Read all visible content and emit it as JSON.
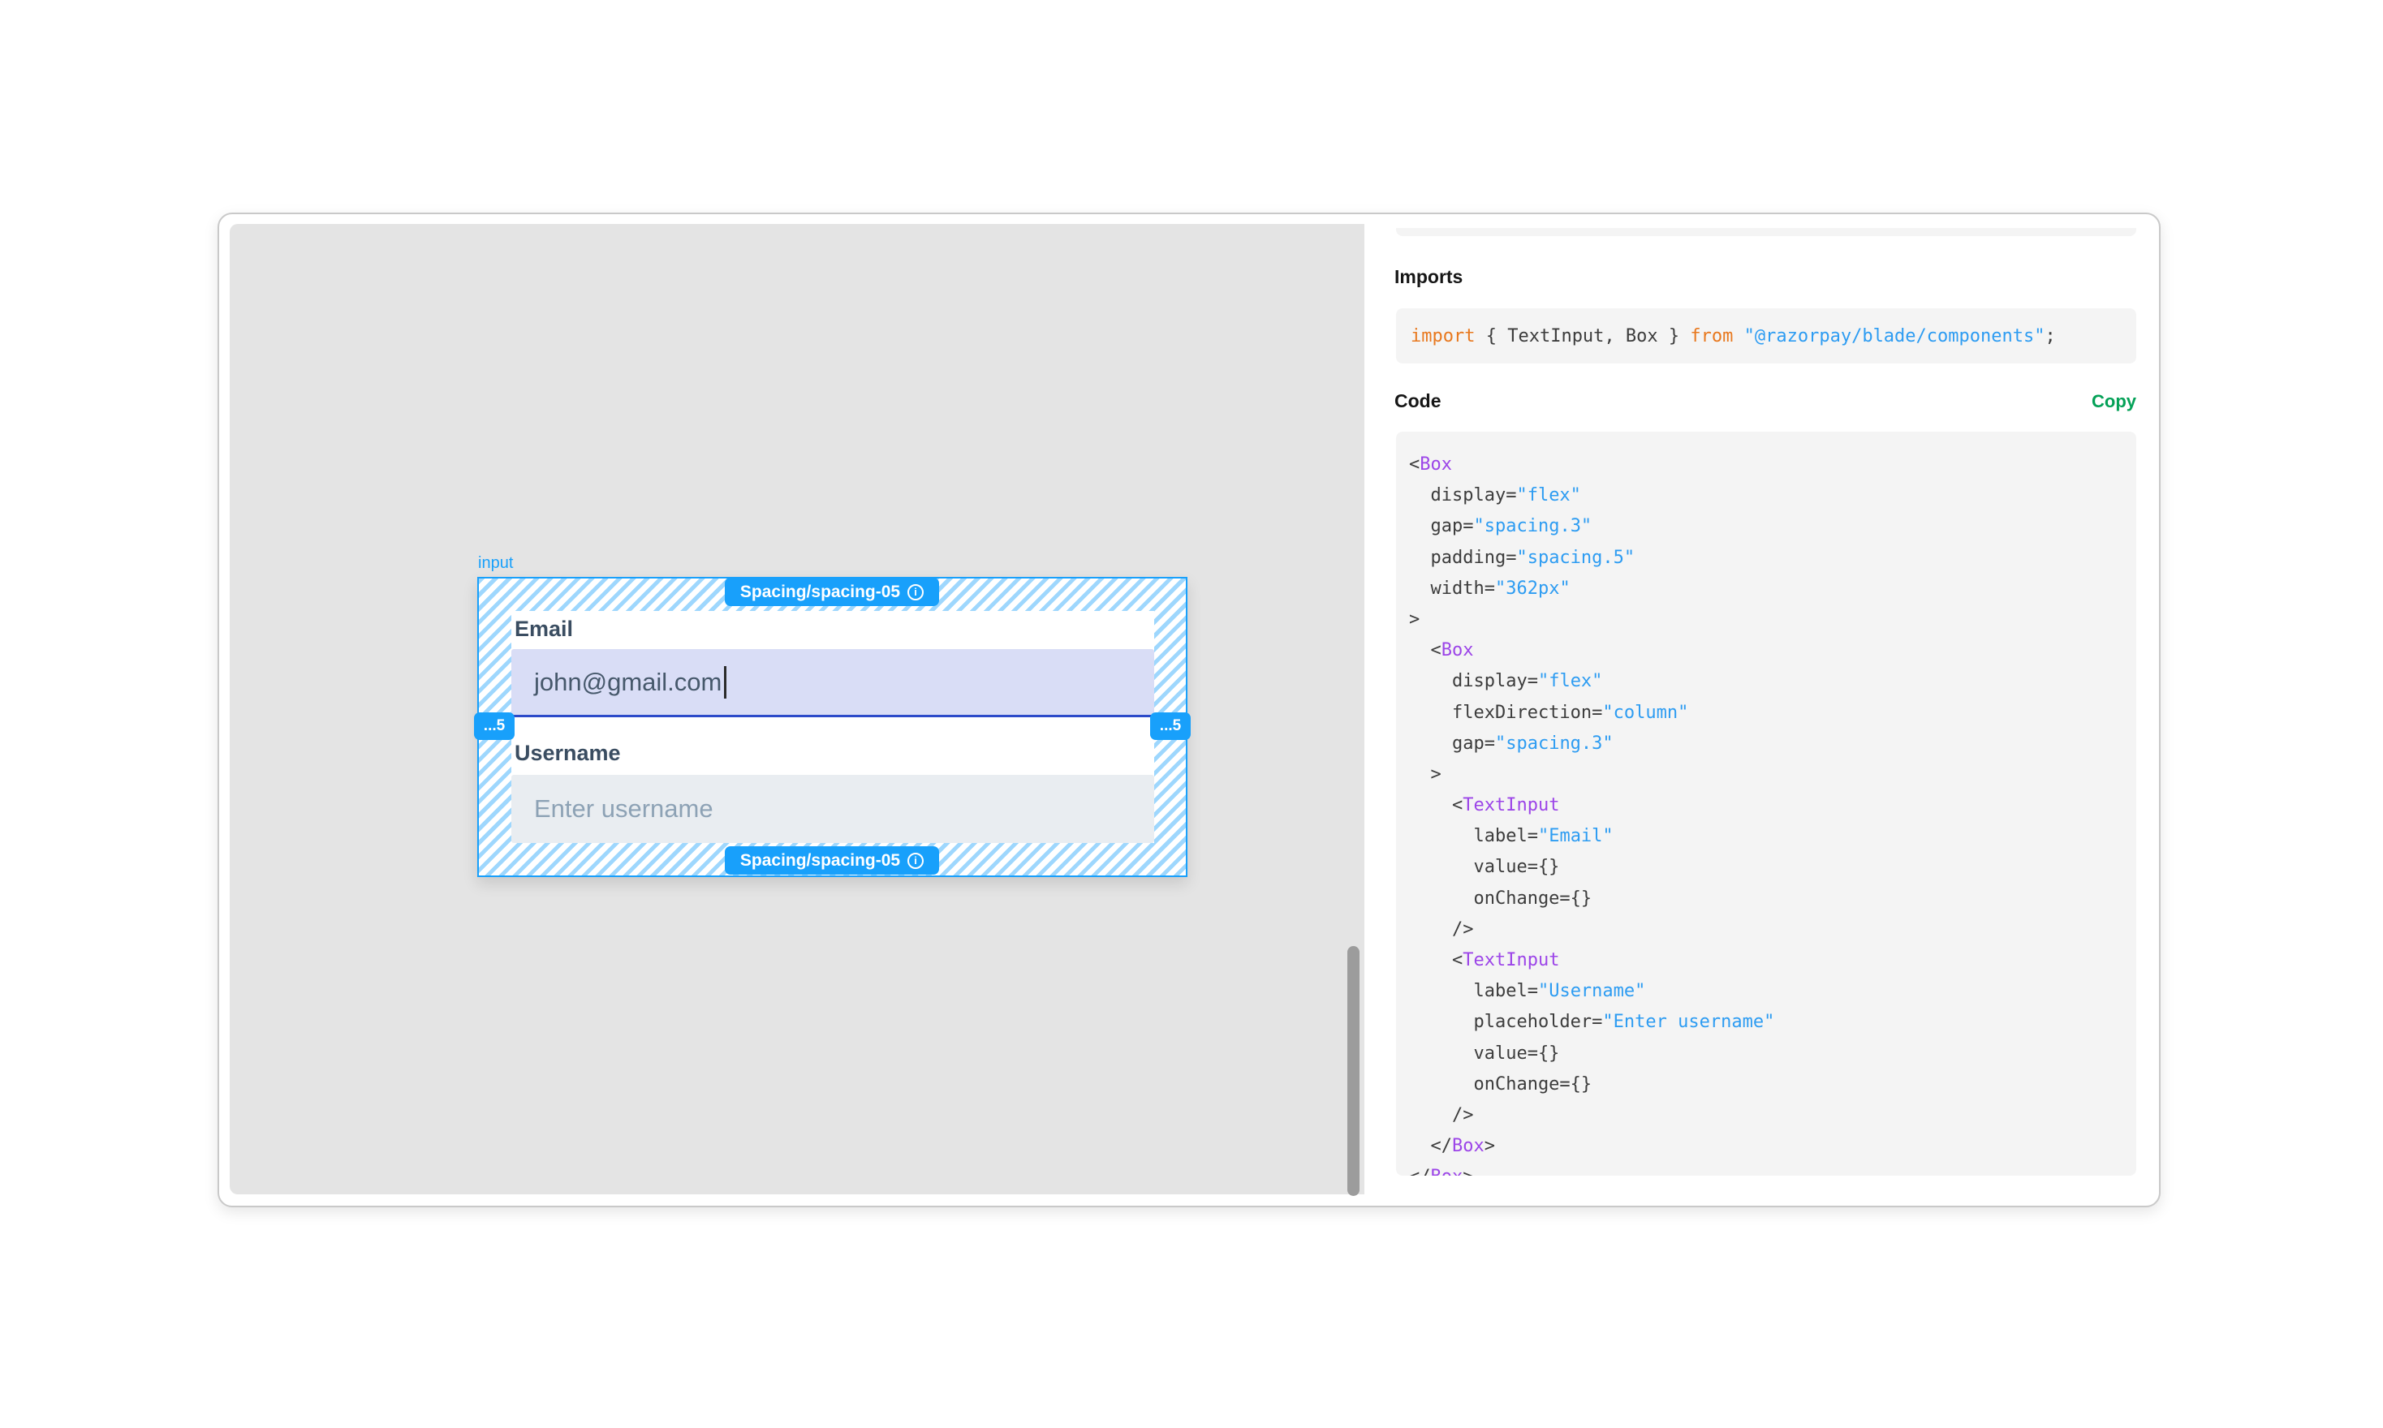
{
  "canvas": {
    "frame_label": "input",
    "form": {
      "email_label": "Email",
      "email_value": "john@gmail.com",
      "username_label": "Username",
      "username_placeholder": "Enter username"
    },
    "annotations": {
      "spacing_top": "Spacing/spacing-05",
      "spacing_bottom": "Spacing/spacing-05",
      "padding_left": "...5",
      "padding_right": "...5"
    }
  },
  "panel": {
    "imports_heading": "Imports",
    "code_heading": "Code",
    "copy_label": "Copy",
    "import_tokens": [
      [
        "k",
        "import"
      ],
      [
        "p",
        " { TextInput, Box } "
      ],
      [
        "k",
        "from"
      ],
      [
        "p",
        " "
      ],
      [
        "s",
        "\"@razorpay/blade/components\""
      ],
      [
        "p",
        ";"
      ]
    ],
    "code_lines": [
      [
        [
          "p",
          "<"
        ],
        [
          "t",
          "Box"
        ]
      ],
      [
        [
          "p",
          "  display="
        ],
        [
          "s",
          "\"flex\""
        ]
      ],
      [
        [
          "p",
          "  gap="
        ],
        [
          "s",
          "\"spacing.3\""
        ]
      ],
      [
        [
          "p",
          "  padding="
        ],
        [
          "s",
          "\"spacing.5\""
        ]
      ],
      [
        [
          "p",
          "  width="
        ],
        [
          "s",
          "\"362px\""
        ]
      ],
      [
        [
          "p",
          ">"
        ]
      ],
      [
        [
          "p",
          "  <"
        ],
        [
          "t",
          "Box"
        ]
      ],
      [
        [
          "p",
          "    display="
        ],
        [
          "s",
          "\"flex\""
        ]
      ],
      [
        [
          "p",
          "    flexDirection="
        ],
        [
          "s",
          "\"column\""
        ]
      ],
      [
        [
          "p",
          "    gap="
        ],
        [
          "s",
          "\"spacing.3\""
        ]
      ],
      [
        [
          "p",
          "  >"
        ]
      ],
      [
        [
          "p",
          "    <"
        ],
        [
          "t",
          "TextInput"
        ]
      ],
      [
        [
          "p",
          "      label="
        ],
        [
          "s",
          "\"Email\""
        ]
      ],
      [
        [
          "p",
          "      value={}"
        ]
      ],
      [
        [
          "p",
          "      onChange={}"
        ]
      ],
      [
        [
          "p",
          "    />"
        ]
      ],
      [
        [
          "p",
          "    <"
        ],
        [
          "t",
          "TextInput"
        ]
      ],
      [
        [
          "p",
          "      label="
        ],
        [
          "s",
          "\"Username\""
        ]
      ],
      [
        [
          "p",
          "      placeholder="
        ],
        [
          "s",
          "\"Enter username\""
        ]
      ],
      [
        [
          "p",
          "      value={}"
        ]
      ],
      [
        [
          "p",
          "      onChange={}"
        ]
      ],
      [
        [
          "p",
          "    />"
        ]
      ],
      [
        [
          "p",
          "  </"
        ],
        [
          "t",
          "Box"
        ],
        [
          "p",
          ">"
        ]
      ],
      [
        [
          "p",
          "</"
        ],
        [
          "t",
          "Box"
        ],
        [
          "p",
          ">"
        ]
      ]
    ]
  },
  "colors": {
    "accent_blue": "#18a0fb",
    "copy_green": "#04a157",
    "keyword_orange": "#e8781e",
    "string_blue": "#2d9cf2",
    "tag_purple": "#9c45e8",
    "focus_underline": "#2c4ac9",
    "canvas_gray": "#e4e4e4"
  }
}
